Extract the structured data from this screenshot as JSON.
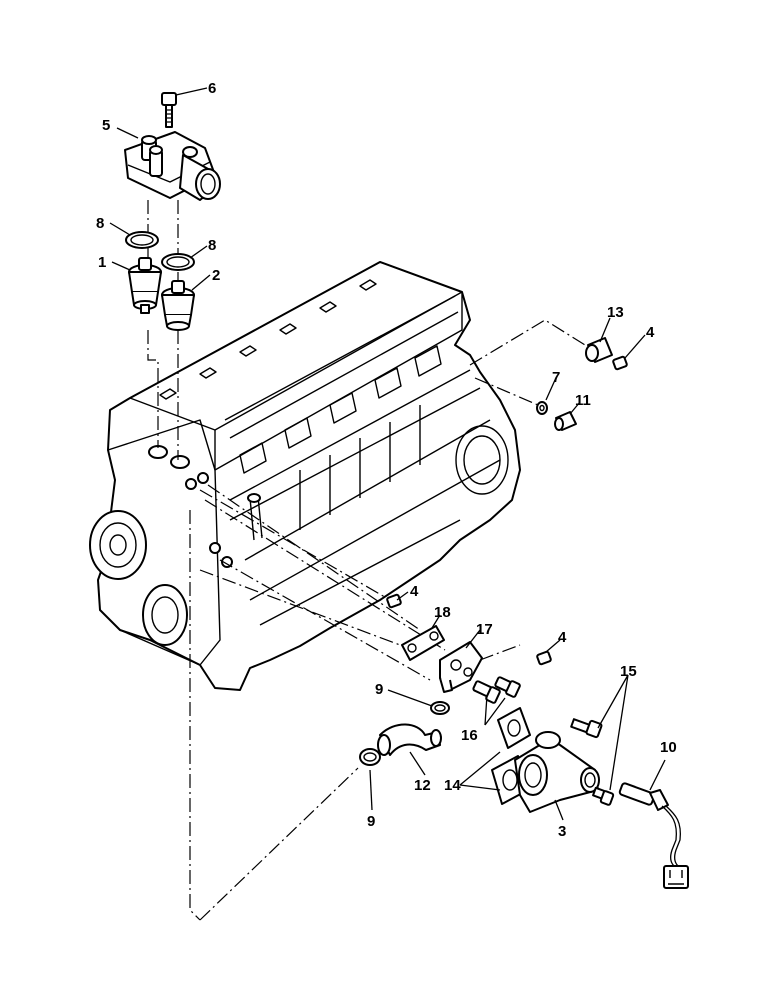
{
  "callouts": {
    "c1": "1",
    "c2": "2",
    "c3": "3",
    "c4a": "4",
    "c4b": "4",
    "c4c": "4",
    "c5": "5",
    "c6": "6",
    "c7": "7",
    "c8a": "8",
    "c8b": "8",
    "c9a": "9",
    "c9b": "9",
    "c10": "10",
    "c11": "11",
    "c12": "12",
    "c13": "13",
    "c14": "14",
    "c15": "15",
    "c16": "16",
    "c17": "17",
    "c18": "18"
  }
}
